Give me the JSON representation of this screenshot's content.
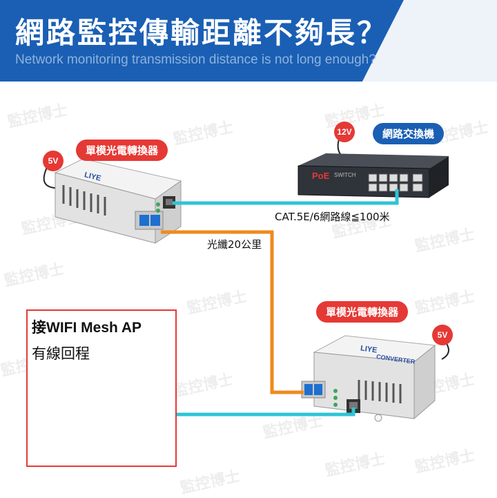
{
  "header": {
    "title": "網路監控傳輸距離不夠長？",
    "subtitle": "Network monitoring transmission distance is not long enough?"
  },
  "watermark": "監控博士",
  "labels": {
    "converter_left": "單模光電轉換器",
    "converter_right": "單模光電轉換器",
    "switch": "網路交換機",
    "power_left": "5V",
    "power_switch": "12V",
    "power_right": "5V",
    "cable": "CAT.5E/6網路線≦100米",
    "fiber": "光纖20公里"
  },
  "switch_device": {
    "brand": "PoE",
    "model": "SWITCH"
  },
  "converter_device": {
    "brand": "LIYE",
    "product": "CONVERTER"
  },
  "mesh_box": {
    "line1": "接WIFI Mesh AP",
    "line2": "有線回程"
  },
  "colors": {
    "banner": "#1a5fb4",
    "accent_red": "#e53935",
    "ethernet": "#2ec4d6",
    "fiber": "#f08a1c"
  }
}
